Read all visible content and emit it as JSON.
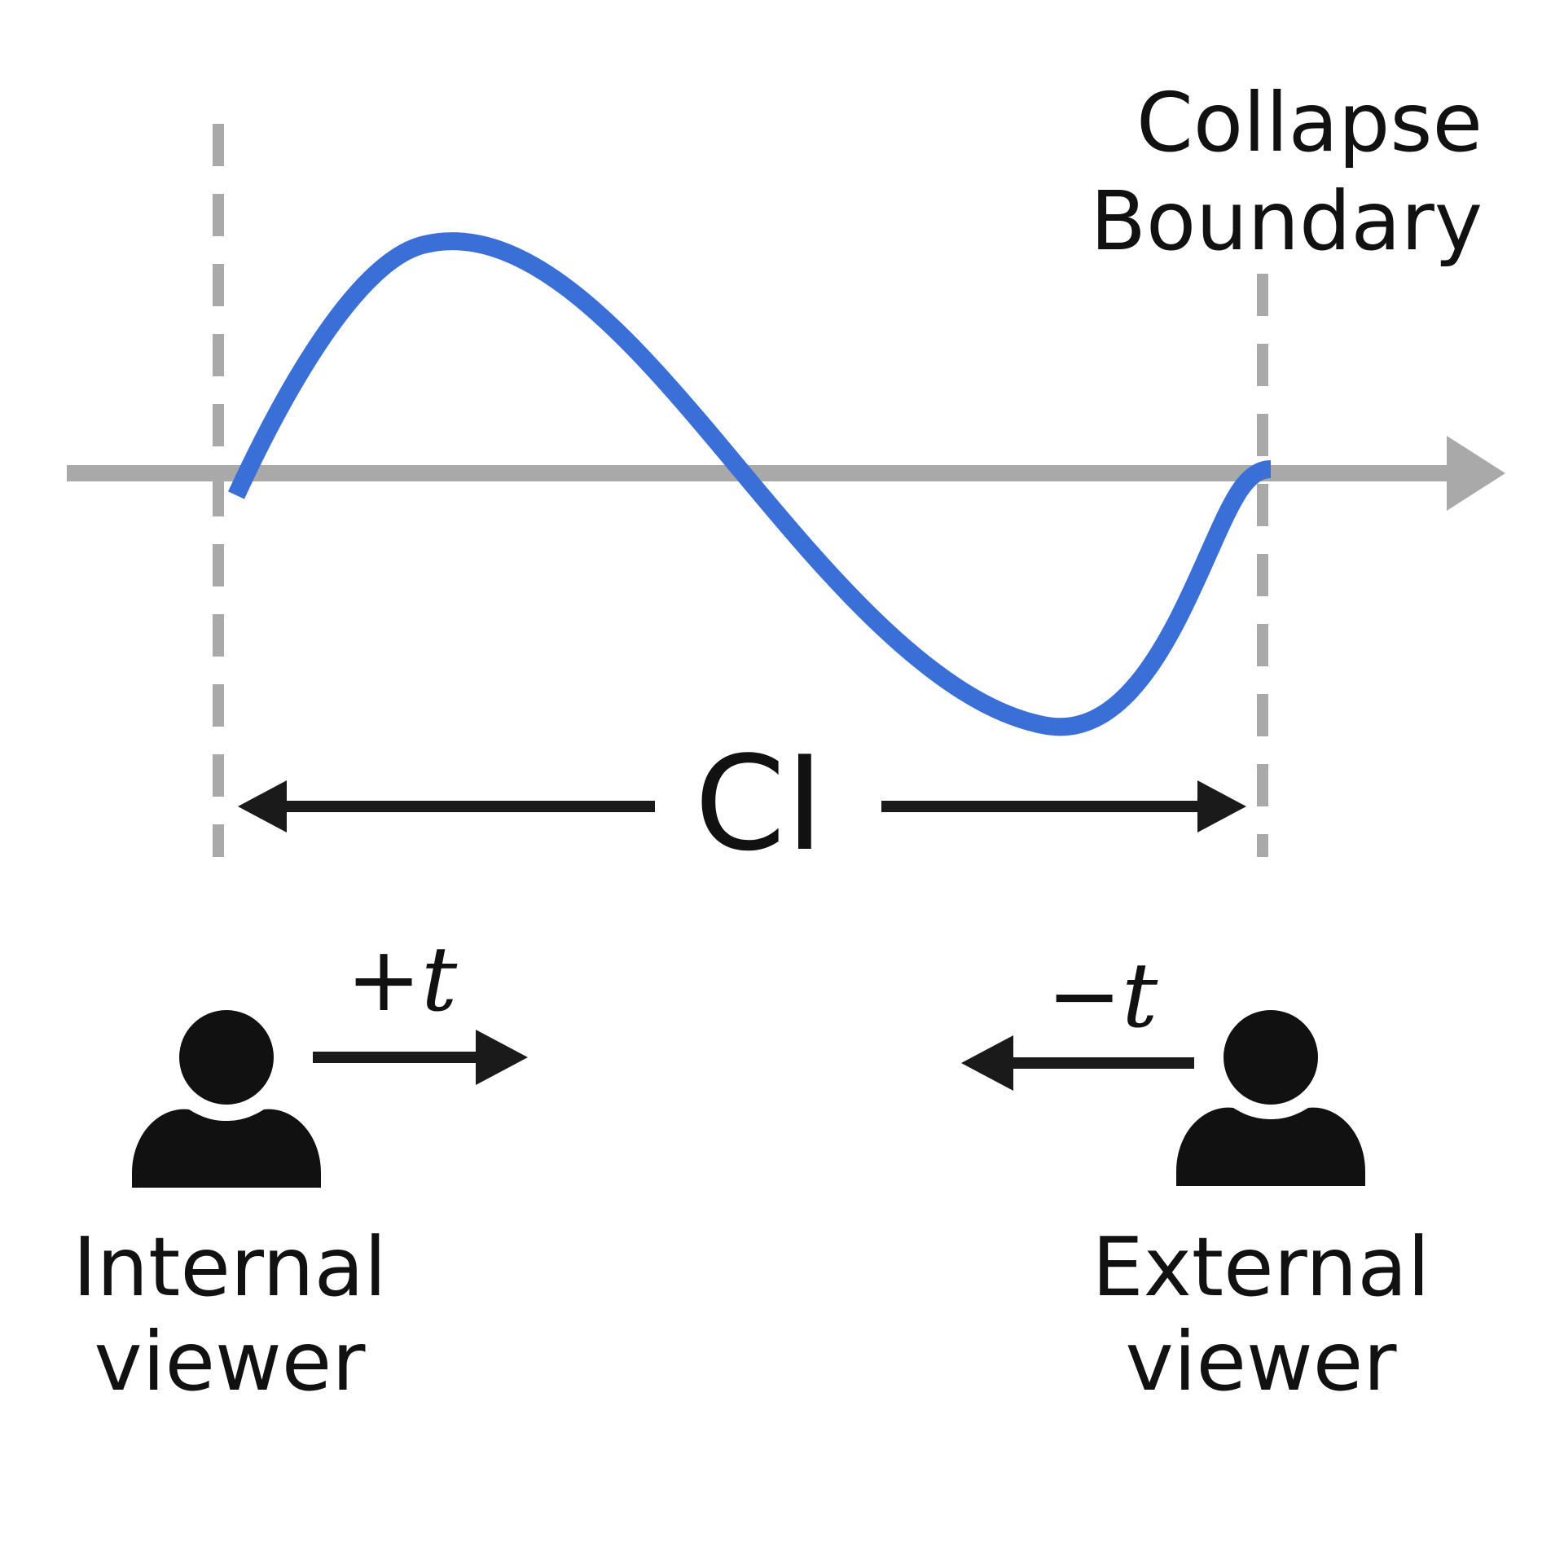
{
  "boundary_label": {
    "line1": "Collapse",
    "line2": "Boundary"
  },
  "interval_label": "CI",
  "internal": {
    "direction_sign": "+",
    "direction_var": "t",
    "line1": "Internal",
    "line2": "viewer"
  },
  "external": {
    "direction_sign": "−",
    "direction_var": "t",
    "line1": "External",
    "line2": "viewer"
  },
  "colors": {
    "wave": "#3a6fd8",
    "axis": "#a9a9a9",
    "boundary_lines": "#a9a9a9",
    "ink": "#111111",
    "background": "#ffffff"
  },
  "icons": {
    "axis_arrowhead": "triangle-arrowhead-icon",
    "viewer": "person-icon",
    "direction_arrow": "arrow-icon"
  }
}
